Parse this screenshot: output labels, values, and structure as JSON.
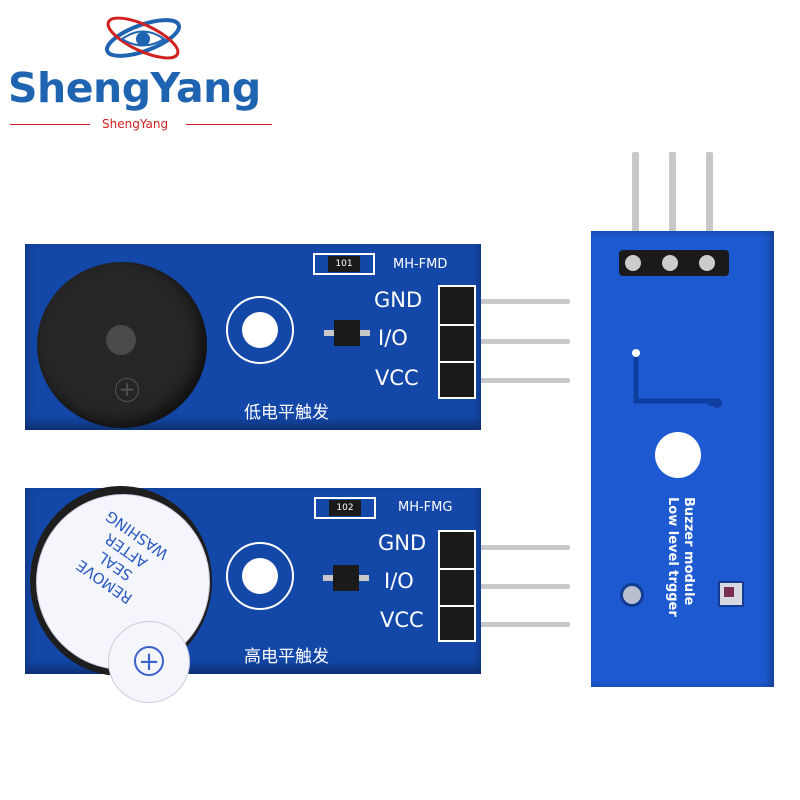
{
  "brand": {
    "name": "ShengYang",
    "subname": "ShengYang",
    "colors": {
      "primary": "#1f64b0",
      "accent": "#d02020"
    }
  },
  "module_low": {
    "model": "MH-FMD",
    "resistor": "101",
    "pins": [
      "GND",
      "I/O",
      "VCC"
    ],
    "trigger_label": "低电平触发"
  },
  "module_high": {
    "model": "MH-FMG",
    "resistor": "102",
    "pins": [
      "GND",
      "I/O",
      "VCC"
    ],
    "trigger_label": "高电平触发",
    "sticker_lines": [
      "REMOVE",
      "SEAL",
      "AFTER",
      "WASHING"
    ]
  },
  "module_back": {
    "line1": "Buzzer module",
    "line2": "Low level trgger"
  },
  "colors": {
    "pcb": "#1347a8",
    "pcb_dark": "#0d347f",
    "header": "#1a1a1a",
    "pin": "#c8c8c8"
  }
}
